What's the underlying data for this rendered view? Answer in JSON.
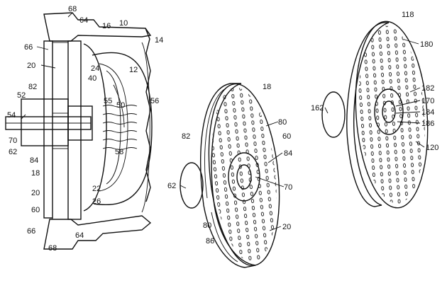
{
  "figure_left": {
    "labels": [
      "68",
      "64",
      "16",
      "10",
      "14",
      "66",
      "20",
      "82",
      "24",
      "12",
      "40",
      "55",
      "50",
      "56",
      "52",
      "54",
      "70",
      "62",
      "58",
      "84",
      "18",
      "22",
      "20",
      "26",
      "60",
      "66",
      "64",
      "68"
    ]
  },
  "figure_center": {
    "labels": [
      "18",
      "82",
      "80",
      "60",
      "84",
      "62",
      "70",
      "80",
      "20",
      "86"
    ]
  },
  "figure_right": {
    "labels": [
      "118",
      "180",
      "182",
      "170",
      "162",
      "184",
      "186",
      "120"
    ]
  }
}
